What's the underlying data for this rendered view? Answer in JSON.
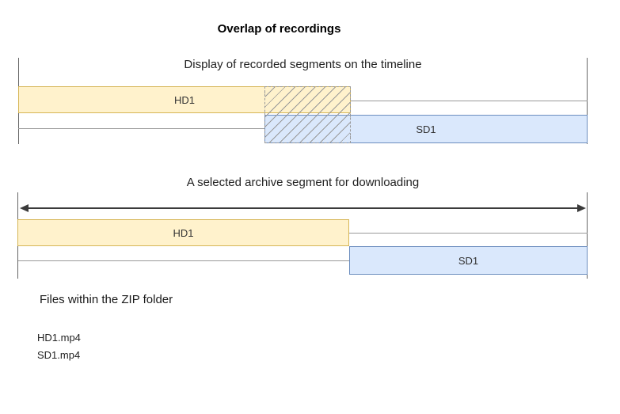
{
  "title": "Overlap of recordings",
  "diagram1": {
    "title": "Display of recorded segments on the timeline",
    "hd_label": "HD1",
    "sd_label": "SD1"
  },
  "diagram2": {
    "title": "A selected archive segment for downloading",
    "hd_label": "HD1",
    "sd_label": "SD1"
  },
  "files": {
    "title": "Files within the ZIP folder",
    "items": [
      "HD1.mp4",
      "SD1.mp4"
    ]
  },
  "colors": {
    "hd_fill": "#FFF2CC",
    "hd_border": "#D6B656",
    "sd_fill": "#DAE8FC",
    "sd_border": "#6C8EBF",
    "track_line": "#999999",
    "boundary_line": "#666666",
    "hatch_line": "#999999",
    "arrow": "#3b3b3b"
  }
}
